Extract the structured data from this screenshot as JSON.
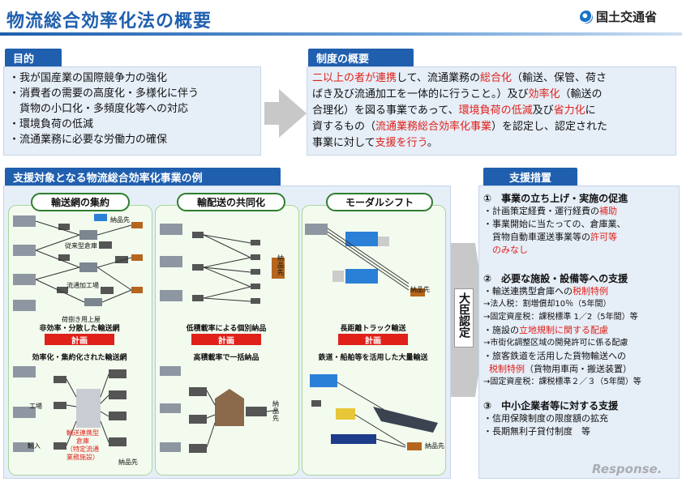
{
  "title": "物流総合効率化法の概要",
  "ministry": "国土交通省",
  "purpose": {
    "header": "目的",
    "items": [
      "・我が国産業の国際競争力の強化",
      "・消費者の需要の高度化・多様化に伴う",
      "　貨物の小口化・多頻度化等への対応",
      "・環境負荷の低減",
      "・流通業務に必要な労働力の確保"
    ]
  },
  "overview": {
    "header": "制度の概要",
    "line1_red_a": "二以上の者が連携",
    "line1_mid": "して、流通業務の",
    "line1_red_b": "総合化",
    "line1_end": "（輸送、保管、荷さ",
    "line2": "ばき及び流通加工を一体的に行うこと。）及び",
    "line2_red": "効率化",
    "line2_end": "（輸送の",
    "line3": "合理化）を図る事業であって、",
    "line3_red_a": "環境負荷の低減",
    "line3_mid": "及び",
    "line3_red_b": "省力化",
    "line3_end": "に",
    "line4": "資するもの（",
    "line4_red": "流通業務総合効率化事業",
    "line4_end": "）を認定し、認定された",
    "line5": "事業に対して",
    "line5_red": "支援を行う",
    "line5_end": "。"
  },
  "examples": {
    "header": "支援対象となる物流総合効率化事業の例",
    "plan_label": "計画",
    "network": {
      "title": "輸送網の集約",
      "top_caption": "非効率・分散した輸送網",
      "bottom_caption": "効率化・集約化された輸送網",
      "label_dest": "納品先",
      "label_warehouse": "従来型倉庫",
      "label_processing": "流通加工場",
      "label_cargo": "荷捌き用上屋",
      "label_factory": "工場",
      "label_import": "輸入",
      "label_center": "輸送連携型\n倉庫\n（特定流通\n業務施設）",
      "label_dest2": "納品先"
    },
    "joint": {
      "title": "輸配送の共同化",
      "top_caption": "低積載率による個別納品",
      "bottom_caption": "高積載率で一括納品",
      "label_dest": "納品先",
      "label_dest2": "納品先"
    },
    "modal": {
      "title": "モーダルシフト",
      "top_caption": "長距離トラック輸送",
      "bottom_caption": "鉄道・船舶等を活用した大量輸送",
      "label_dest": "納品先",
      "label_dest2": "納品先"
    }
  },
  "daijin": "大臣認定",
  "support": {
    "header": "支援措置",
    "sec1_title": "①　事業の立ち上げ・実施の促進",
    "sec1_l1": "・計画策定経費・運行経費の",
    "sec1_l1_red": "補助",
    "sec1_l2": "・事業開始に当たっての、倉庫業、",
    "sec1_l3": "　貨物自動車運送事業等の",
    "sec1_l3_red": "許可等",
    "sec1_l4_red": "　のみなし",
    "sec2_title": "②　必要な施設・設備等への支援",
    "sec2_l1": "・輸送連携型倉庫への",
    "sec2_l1_red": "税制特例",
    "sec2_l2": "→法人税：割増償却10％（5年間）",
    "sec2_l3": "→固定資産税：課税標準 1／2（5年間）等",
    "sec2_l4": "・施設の",
    "sec2_l4_red": "立地規制に関する配慮",
    "sec2_l5": "→市街化調整区域の開発許可に係る配慮",
    "sec2_l6": "・旅客鉄道を活用した貨物輸送への",
    "sec2_l7_red": "税制特例",
    "sec2_l7": "（貨物用車両・搬送装置）",
    "sec2_l8": "→固定資産税：課税標準２／３（5年間）等",
    "sec3_title": "③　中小企業者等に対する支援",
    "sec3_l1": "・信用保険制度の限度額の拡充",
    "sec3_l2": "・長期無利子貸付制度　等"
  },
  "watermark": "Response."
}
